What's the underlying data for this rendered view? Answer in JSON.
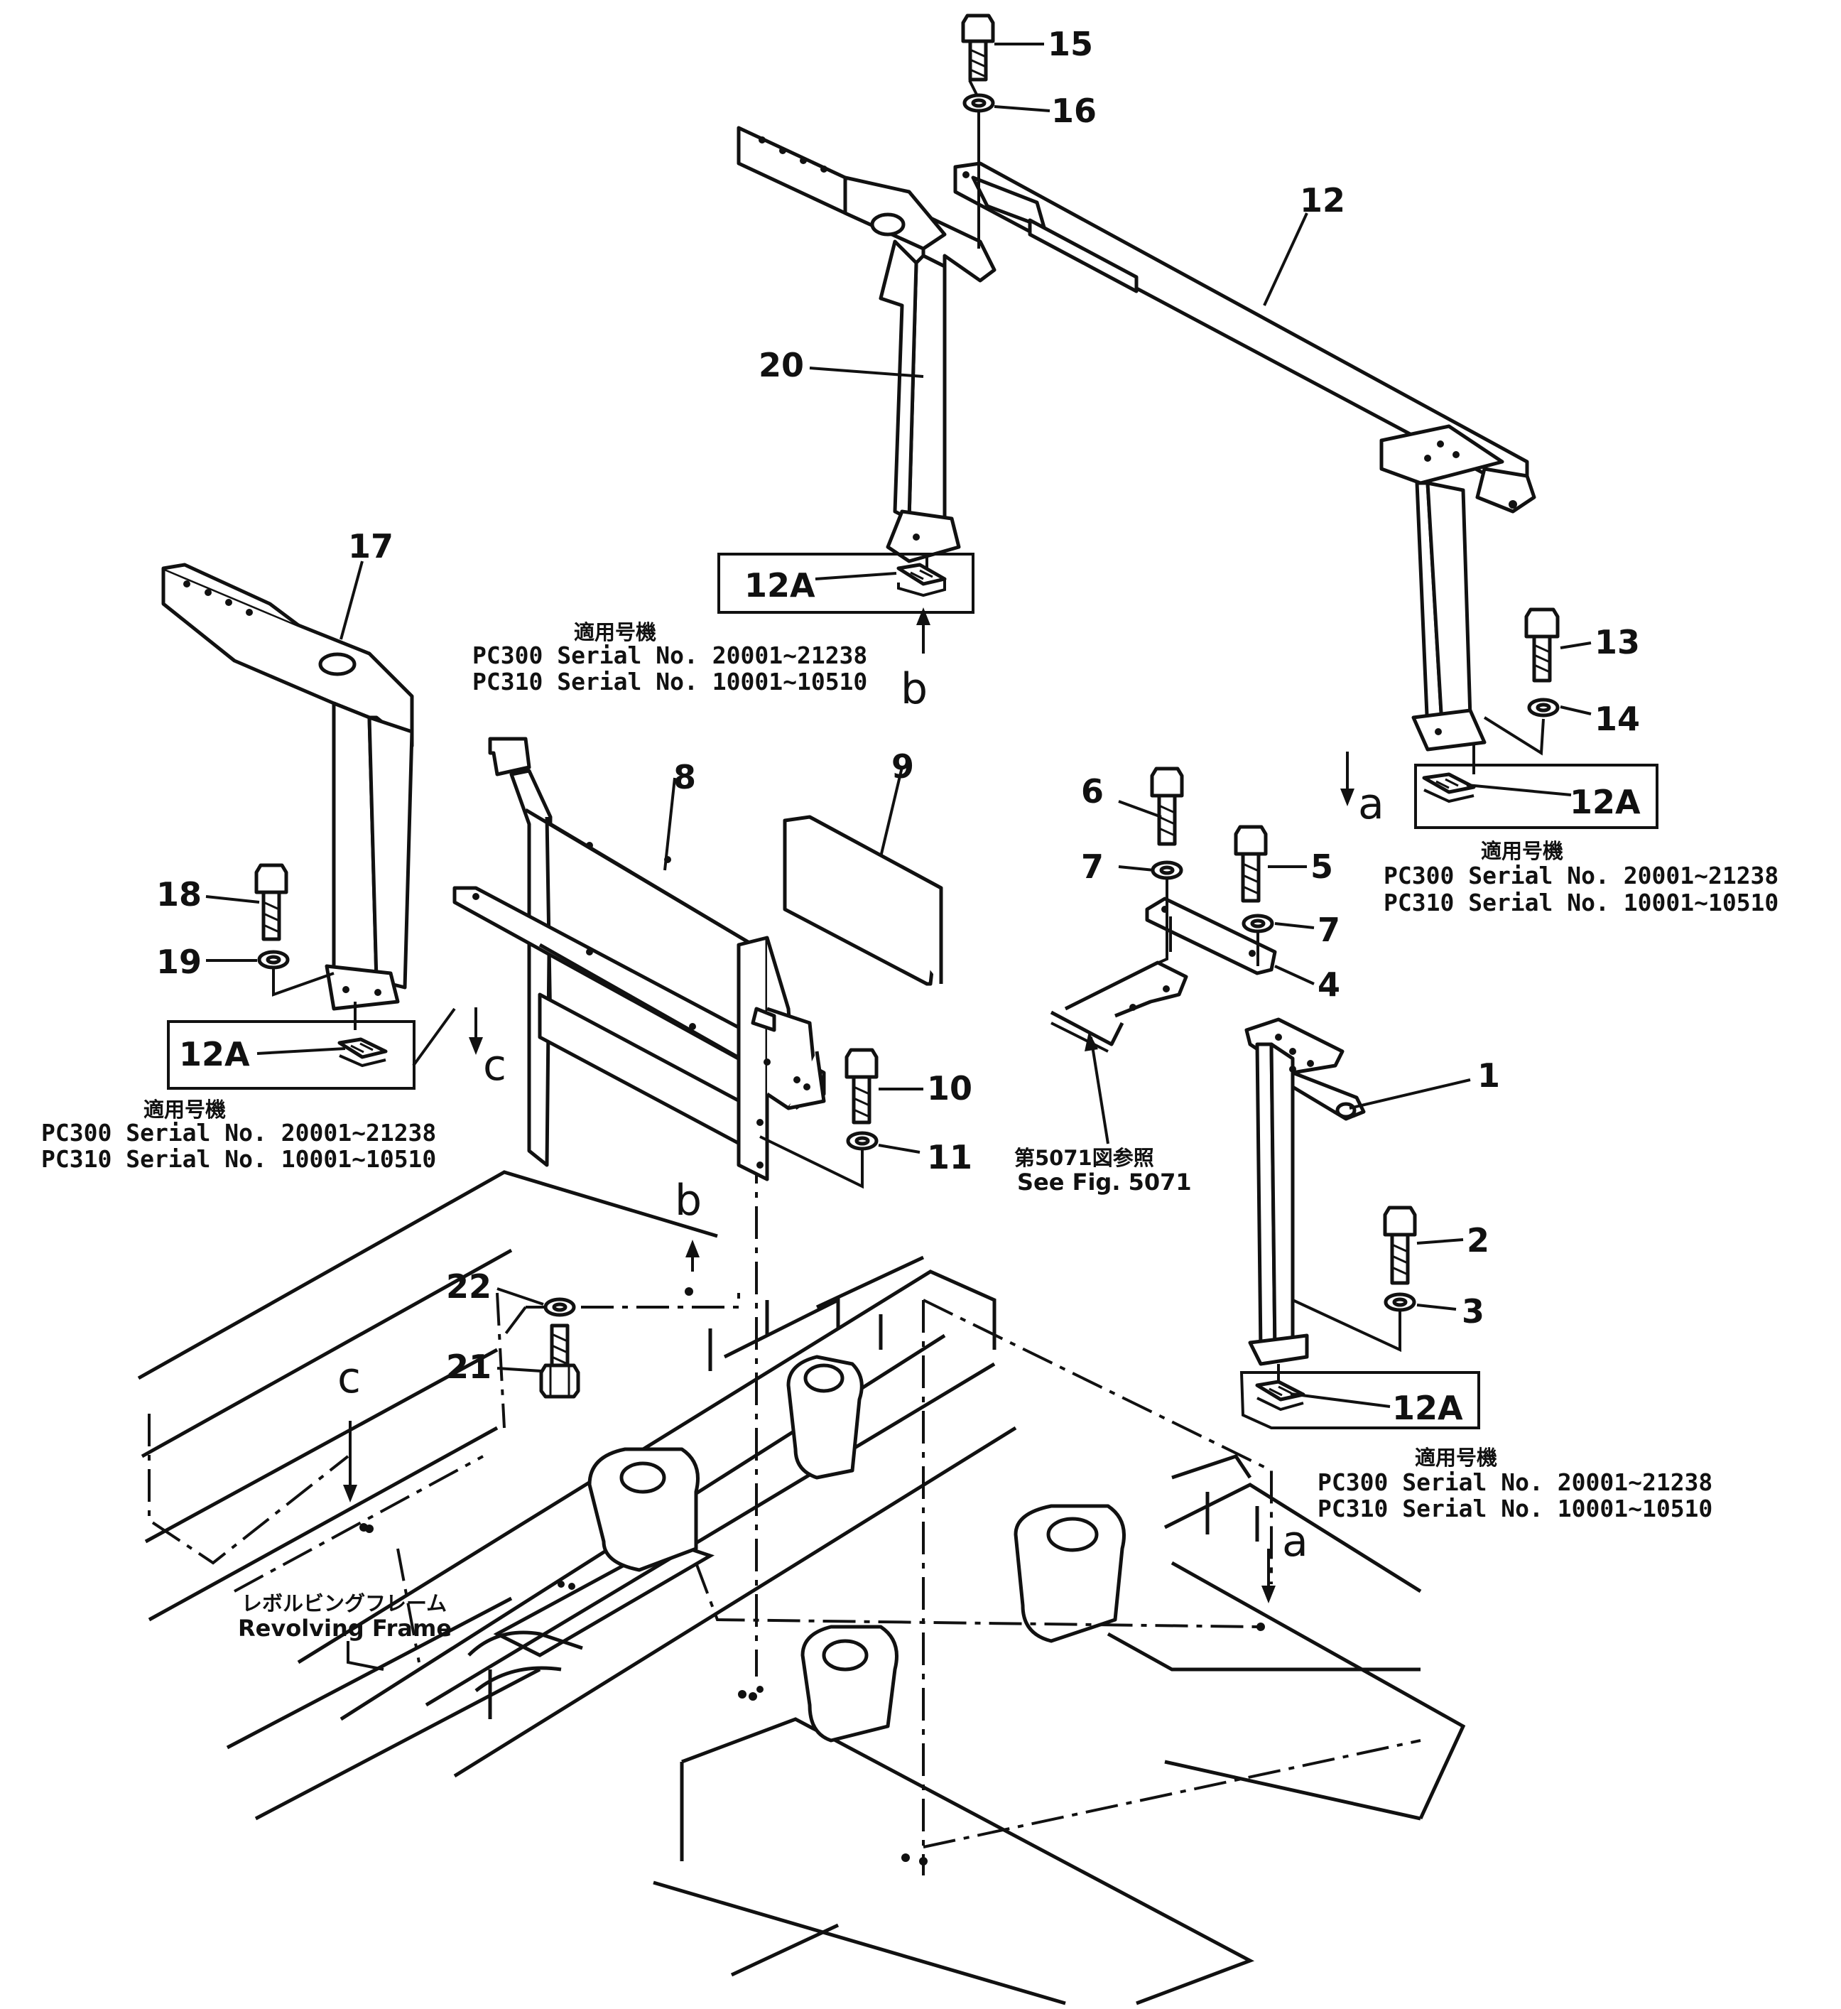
{
  "callouts": {
    "p1": "1",
    "p2": "2",
    "p3": "3",
    "p4": "4",
    "p5": "5",
    "p6": "6",
    "p7a": "7",
    "p7b": "7",
    "p8": "8",
    "p9": "9",
    "p10": "10",
    "p11": "11",
    "p12": "12",
    "p13": "13",
    "p14": "14",
    "p15": "15",
    "p16": "16",
    "p17": "17",
    "p18": "18",
    "p19": "19",
    "p20": "20",
    "p21": "21",
    "p22": "22"
  },
  "shim_label": "12A",
  "applicability": {
    "heading_jp": "適用号機",
    "line_pc300": "PC300  Serial  No.  20001∼21238",
    "line_pc310": "PC310  Serial  No.  10001∼10510"
  },
  "view_markers": {
    "a": "a",
    "b": "b",
    "c": "c"
  },
  "reference": {
    "jp": "第5071図参照",
    "en": "See  Fig.  5071"
  },
  "frame_label": {
    "jp": "レボルビングフレーム",
    "en": "Revolving  Frame"
  }
}
